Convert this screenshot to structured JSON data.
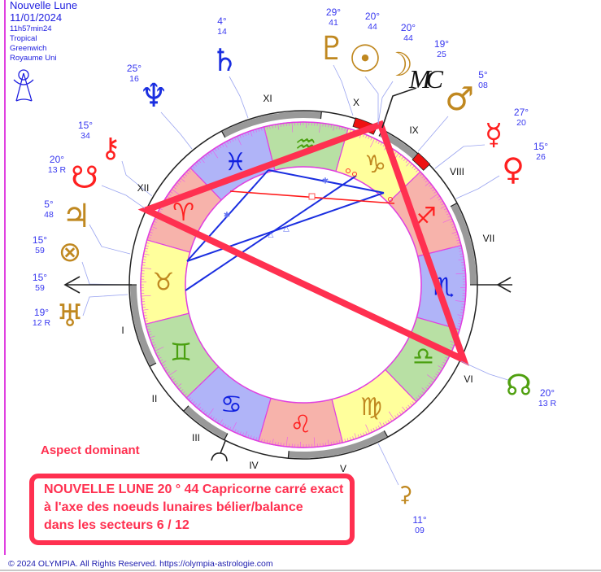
{
  "header": {
    "title": "Nouvelle Lune",
    "date": "11/01/2024",
    "time": "11h57min24",
    "zodiac": "Tropical",
    "reference": "Greenwich",
    "location": "Royaume Uni",
    "logo_icon": "antenna-logo-icon"
  },
  "colors": {
    "fire": "#f7b3ab",
    "earth": "#ffff9c",
    "air": "#b8e0a4",
    "water": "#b0b4f8",
    "ring_border": "#e040e0",
    "aspect_red": "#ff3050",
    "label_blue": "#3838f0"
  },
  "signs": [
    {
      "name": "aries",
      "glyph": "♈︎",
      "element": "fire"
    },
    {
      "name": "taurus",
      "glyph": "♉︎",
      "element": "earth"
    },
    {
      "name": "gemini",
      "glyph": "♊︎",
      "element": "air"
    },
    {
      "name": "cancer",
      "glyph": "♋︎",
      "element": "water"
    },
    {
      "name": "leo",
      "glyph": "♌︎",
      "element": "fire"
    },
    {
      "name": "virgo",
      "glyph": "♍︎",
      "element": "earth"
    },
    {
      "name": "libra",
      "glyph": "♎︎",
      "element": "air"
    },
    {
      "name": "scorpio",
      "glyph": "♏︎",
      "element": "water"
    },
    {
      "name": "sagittarius",
      "glyph": "♐︎",
      "element": "fire"
    },
    {
      "name": "capricorn",
      "glyph": "♑︎",
      "element": "earth"
    },
    {
      "name": "aquarius",
      "glyph": "♒︎",
      "element": "air"
    },
    {
      "name": "pisces",
      "glyph": "♓︎",
      "element": "water"
    }
  ],
  "houses": [
    "I",
    "II",
    "III",
    "IV",
    "V",
    "VI",
    "VII",
    "VIII",
    "IX",
    "X",
    "XI",
    "XII"
  ],
  "points": {
    "pluto": {
      "glyph": "♇",
      "deg": "29°",
      "min": "41"
    },
    "sun": {
      "glyph": "☉",
      "deg": "20°",
      "min": "44"
    },
    "moon": {
      "glyph": "☽",
      "deg": "20°",
      "min": "44"
    },
    "mc": {
      "glyph": "MC",
      "deg": "19°",
      "min": "25"
    },
    "mars": {
      "glyph": "♂",
      "deg": "5°",
      "min": "08"
    },
    "mercury": {
      "glyph": "☿",
      "deg": "27°",
      "min": "20"
    },
    "venus": {
      "glyph": "♀",
      "deg": "15°",
      "min": "26"
    },
    "north_node": {
      "glyph": "☊",
      "deg": "20°",
      "min": "13 R"
    },
    "ceres": {
      "glyph": "⚳",
      "deg": "11°",
      "min": "09"
    },
    "uranus": {
      "glyph": "♅",
      "deg": "19°",
      "min": "12 R"
    },
    "ascendant": {
      "deg": "15°",
      "min": "59"
    },
    "fortune": {
      "glyph": "⊗",
      "deg": "15°",
      "min": "59"
    },
    "jupiter": {
      "glyph": "♃",
      "deg": "5°",
      "min": "48"
    },
    "south_node": {
      "glyph": "☋",
      "deg": "20°",
      "min": "13 R"
    },
    "chiron": {
      "glyph": "⚷",
      "deg": "15°",
      "min": "34"
    },
    "neptune": {
      "glyph": "♆",
      "deg": "25°",
      "min": "16"
    },
    "saturn": {
      "glyph": "♄",
      "deg": "4°",
      "min": "14"
    }
  },
  "aspect": {
    "title": "Aspect dominant",
    "line1": "NOUVELLE LUNE 20 ° 44  Capricorne carré exact",
    "line2": "à l'axe des noeuds lunaires bélier/balance",
    "line3": "dans les secteurs  6 / 12"
  },
  "footer": "© 2024 OLYMPIA. All Rights Reserved. https://olympia-astrologie.com"
}
